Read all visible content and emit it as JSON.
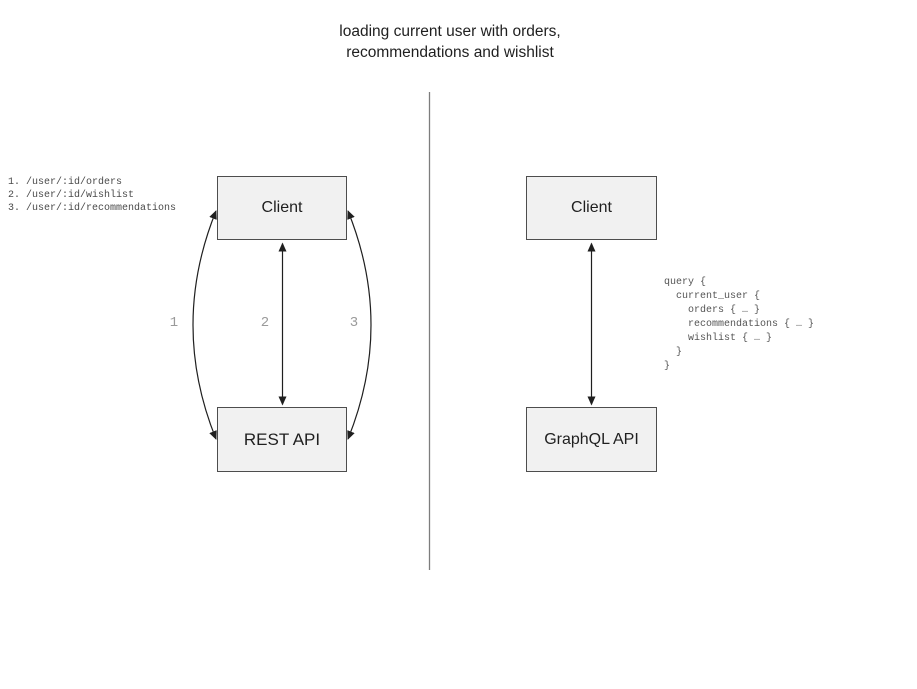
{
  "title": "loading current user with orders,\nrecommendations and wishlist",
  "left_diagram": {
    "client_label": "Client",
    "api_label": "REST API",
    "endpoint_list": [
      "1. /user/:id/orders",
      "2. /user/:id/wishlist",
      "3. /user/:id/recommendations"
    ],
    "arrow_labels": [
      "1",
      "2",
      "3"
    ]
  },
  "right_diagram": {
    "client_label": "Client",
    "api_label": "GraphQL API",
    "query_lines": [
      "query {",
      "  current_user {",
      "    orders { … }",
      "    recommendations { … }",
      "    wishlist { … }",
      "  }",
      "}"
    ]
  },
  "colors": {
    "box_fill": "#f1f1f1",
    "box_border": "#4d4d4d",
    "arrow": "#1f1f1f",
    "divider": "#7d7d7d",
    "arrow_label_text": "#9a9a9a",
    "code_text": "#555555"
  }
}
